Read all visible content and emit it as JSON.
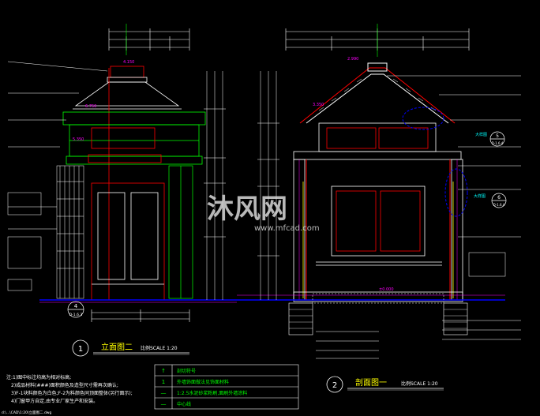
{
  "colors": {
    "background": "#000000",
    "line_white": "#ffffff",
    "line_red": "#ff0000",
    "line_green": "#00ff00",
    "line_yellow": "#ffff00",
    "line_cyan": "#00ffff",
    "line_blue": "#0000ff",
    "line_magenta": "#ff00ff",
    "watermark": "#d9d9d9"
  },
  "left_drawing": {
    "number": "1",
    "title": "立面图二",
    "scale": "比例SCALE 1:20"
  },
  "right_drawing": {
    "number": "2",
    "title": "剖面图一",
    "scale": "比例SCALE 1:20"
  },
  "watermark": {
    "text": "沐风网",
    "url": "www.mfcad.com"
  },
  "notes": {
    "n1": "注:1)图中标注均高为相对标高;",
    "n2": "2)成品材料(###)面积颜色及造型尺寸需再次确认;",
    "n3": "3)F-1块料颜色为白色;F-2为料颜色同顶面整体(另行面示);",
    "n4": "4)门窗甲方自定,由专业厂家生产和安装。"
  },
  "legend": {
    "rows": [
      {
        "symbol": "↑",
        "label": "剖切符号"
      },
      {
        "symbol": "1",
        "label": "外墙饰面做法见饰面材料"
      },
      {
        "symbol": "—",
        "label": "1:2.5水泥砂浆粉刷,面刷外墙涂料"
      },
      {
        "symbol": "—",
        "label": "中心线"
      }
    ]
  },
  "section_marks": [
    {
      "number": "4",
      "sheet": "D-1.6.3"
    },
    {
      "number": "5",
      "sheet": "D-1.6.4"
    },
    {
      "number": "6",
      "sheet": "D-1.6.4"
    }
  ],
  "elevation_tags": [
    "6.750",
    "5.350",
    "3.350",
    "±0.000",
    "4.150",
    "2.990"
  ],
  "right_callouts": [
    "大样图",
    "大样图"
  ],
  "footer": {
    "file_line": "d:\\...\\CAD\\1:20\\立面图二.dwg"
  }
}
